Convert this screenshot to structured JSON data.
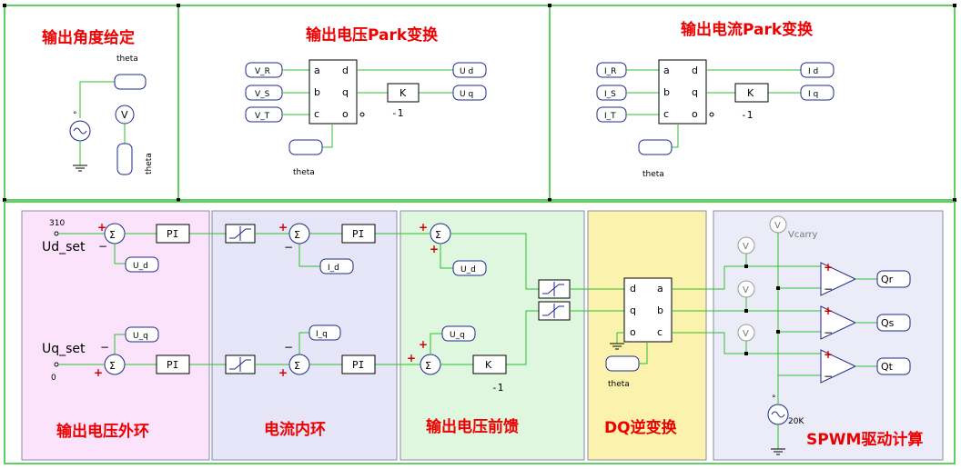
{
  "sections": {
    "angle": "输出角度给定",
    "vpark": "输出电压Park变换",
    "ipark": "输出电流Park变换",
    "outer": "输出电压外环",
    "inner": "电流内环",
    "ff": "输出电压前馈",
    "dq": "DQ逆变换",
    "spwm": "SPWM驱动计算"
  },
  "tags": {
    "theta": "theta",
    "V_R": "V_R",
    "V_S": "V_S",
    "V_T": "V_T",
    "Ud": "U d",
    "Uq": "U q",
    "I_R": "I_R",
    "I_S": "I_S",
    "I_T": "I_T",
    "Id": "I d",
    "Iq": "I q",
    "U_d": "U_d",
    "U_q": "U_q",
    "I_d": "I_d",
    "I_q": "I_q",
    "Qr": "Qr",
    "Qs": "Qs",
    "Qt": "Qt"
  },
  "park_ports": {
    "a": "a",
    "b": "b",
    "c": "c",
    "o": "o",
    "d": "d",
    "q": "q"
  },
  "blocks": {
    "K": "K",
    "neg1": "-1",
    "PI": "PI",
    "meter": "V"
  },
  "setpoints": {
    "ud_value": "310",
    "ud_label": "Ud_set",
    "uq_value": "0",
    "uq_label": "Uq_set"
  },
  "spwm": {
    "vcarry": "Vcarry",
    "freq": "20K"
  },
  "colors": {
    "wire": "#2fbf2f",
    "title": "#ee0000",
    "outer_bg": "#fbe4fb",
    "inner_bg": "#e6e6f8",
    "ff_bg": "#def7de",
    "dq_bg": "#fbf3ad",
    "spwm_bg": "#ececf8"
  }
}
